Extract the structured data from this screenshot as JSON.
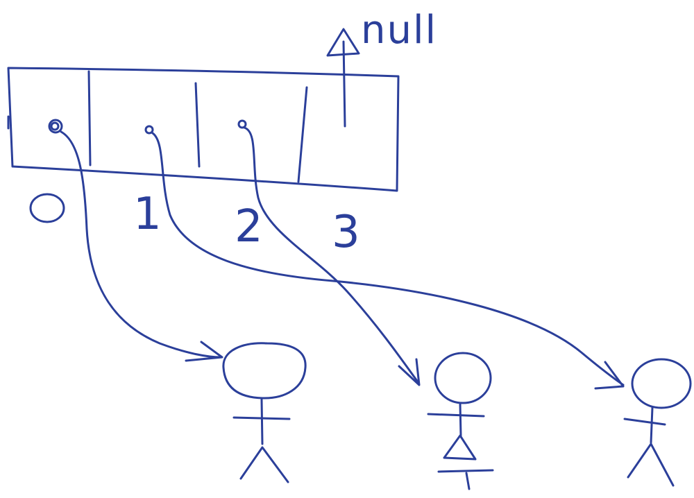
{
  "diagram": {
    "null_label": "null",
    "indices": [
      "0",
      "1",
      "2",
      "3"
    ],
    "ink_color": "#2b3f9a",
    "targets": [
      "person-figure",
      "person-figure",
      "person-figure"
    ],
    "pointers": [
      {
        "from_index": "0",
        "to": "person-1"
      },
      {
        "from_index": "1",
        "to": "person-3"
      },
      {
        "from_index": "2",
        "to": "person-2"
      },
      {
        "from_index": "3",
        "to": "null"
      }
    ]
  }
}
